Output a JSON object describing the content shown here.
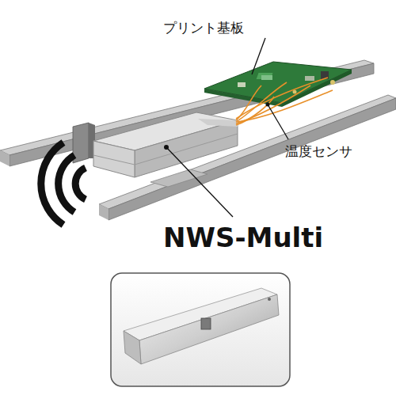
{
  "diagram": {
    "labels": [
      "プリント基板",
      "温度センサ",
      "NWS-Multi"
    ]
  }
}
